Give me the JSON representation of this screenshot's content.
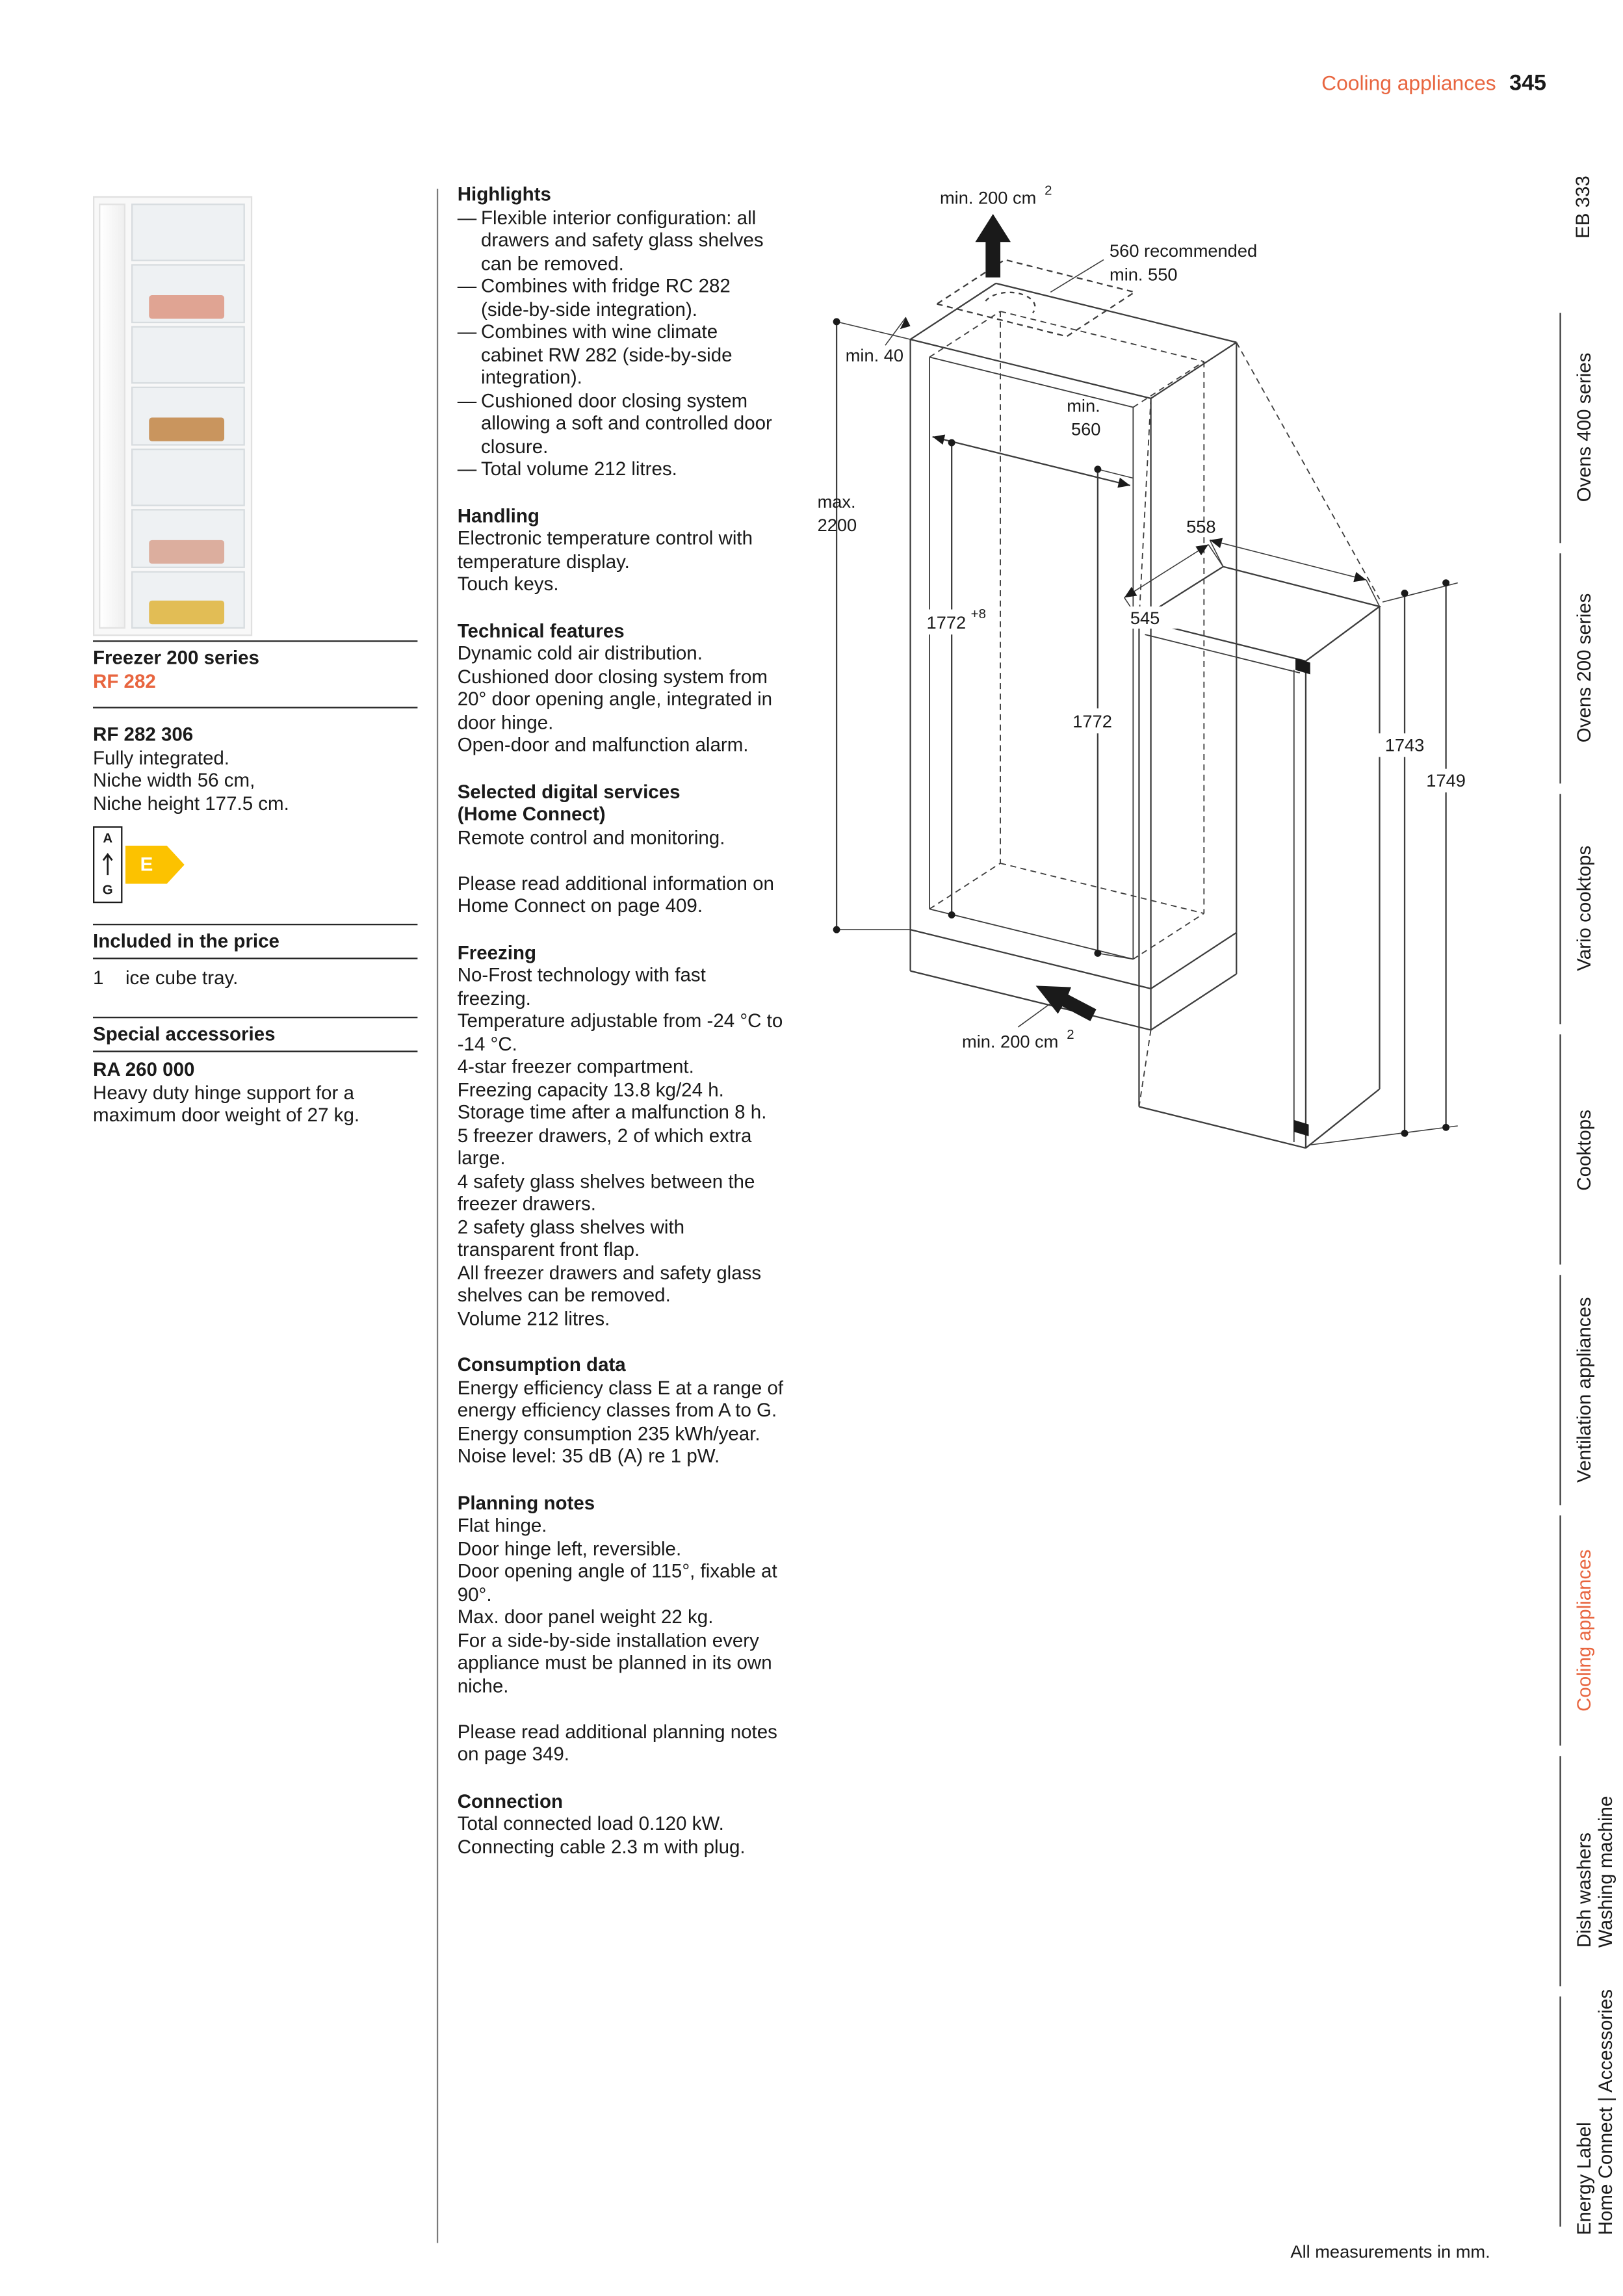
{
  "colors": {
    "accent": "#e8653f",
    "energy_class_e": "#fcc200"
  },
  "page": {
    "header_category": "Cooling appliances",
    "page_number": "345",
    "footer_note": "All measurements in mm."
  },
  "sidebar": {
    "items": [
      {
        "lines": [
          "EB 333"
        ],
        "active": false
      },
      {
        "lines": [
          "Ovens 400 series"
        ],
        "active": false
      },
      {
        "lines": [
          "Ovens 200 series"
        ],
        "active": false
      },
      {
        "lines": [
          "Vario cooktops"
        ],
        "active": false
      },
      {
        "lines": [
          "Cooktops"
        ],
        "active": false
      },
      {
        "lines": [
          "Ventilation appliances"
        ],
        "active": false
      },
      {
        "lines": [
          "Cooling appliances"
        ],
        "active": true
      },
      {
        "lines": [
          "Dish washers",
          "Washing machine"
        ],
        "active": false
      },
      {
        "lines": [
          "Energy Label",
          "Home Connect | Accessories"
        ],
        "active": false
      }
    ]
  },
  "product": {
    "series": "Freezer 200 series",
    "model": "RF 282",
    "sku": "RF 282 306",
    "description": [
      "Fully integrated.",
      "Niche width 56 cm,",
      "Niche height 177.5 cm."
    ],
    "energy": {
      "scale_top": "A",
      "scale_bottom": "G",
      "rating": "E"
    },
    "included": {
      "title": "Included in the price",
      "items": [
        {
          "qty": "1",
          "text": "ice cube tray."
        }
      ]
    },
    "accessories": {
      "title": "Special accessories",
      "items": [
        {
          "code": "RA 260 000",
          "text": "Heavy duty hinge support for a maximum door weight of 27 kg."
        }
      ]
    }
  },
  "details": {
    "bullet_marker": "—",
    "sections": [
      {
        "title_lines": [
          "Highlights"
        ],
        "items": [
          {
            "bullet": true,
            "text": "Flexible interior configuration: all drawers and safety glass shelves can be removed."
          },
          {
            "bullet": true,
            "text": "Combines with fridge RC 282 (side-by-side integration)."
          },
          {
            "bullet": true,
            "text": "Combines with wine climate cabinet RW 282 (side-by-side integration)."
          },
          {
            "bullet": true,
            "text": "Cushioned door closing system allowing a soft and controlled door closure."
          },
          {
            "bullet": true,
            "text": "Total volume 212 litres."
          }
        ]
      },
      {
        "title_lines": [
          "Handling"
        ],
        "items": [
          {
            "text": "Electronic temperature control with temperature display."
          },
          {
            "text": "Touch keys."
          }
        ]
      },
      {
        "title_lines": [
          "Technical features"
        ],
        "items": [
          {
            "text": "Dynamic cold air distribution."
          },
          {
            "text": "Cushioned door closing system from 20° door opening angle, integrated in door hinge."
          },
          {
            "text": "Open-door and malfunction alarm."
          }
        ]
      },
      {
        "title_lines": [
          "Selected digital services",
          "(Home Connect)"
        ],
        "items": [
          {
            "text": "Remote control and monitoring."
          },
          {
            "text": "Please read additional information on Home Connect on page 409.",
            "gap_before": true
          }
        ]
      },
      {
        "title_lines": [
          "Freezing"
        ],
        "items": [
          {
            "text": "No-Frost technology with fast freezing."
          },
          {
            "text": "Temperature adjustable from -24 °C to -14 °C."
          },
          {
            "text": "4-star freezer compartment."
          },
          {
            "text": "Freezing capacity 13.8 kg/24 h."
          },
          {
            "text": "Storage time after a malfunction 8 h."
          },
          {
            "text": "5 freezer drawers, 2 of which extra large."
          },
          {
            "text": "4 safety glass shelves between the freezer drawers."
          },
          {
            "text": "2 safety glass shelves with transparent front flap."
          },
          {
            "text": "All freezer drawers and safety glass shelves can be removed."
          },
          {
            "text": "Volume 212 litres."
          }
        ]
      },
      {
        "title_lines": [
          "Consumption data"
        ],
        "items": [
          {
            "text": "Energy efficiency class E at a range of energy efficiency classes from A to G."
          },
          {
            "text": "Energy consumption 235 kWh/year."
          },
          {
            "text": "Noise level: 35 dB (A) re 1 pW."
          }
        ]
      },
      {
        "title_lines": [
          "Planning notes"
        ],
        "items": [
          {
            "text": "Flat hinge."
          },
          {
            "text": "Door hinge left, reversible."
          },
          {
            "text": "Door opening angle of 115°, fixable at 90°."
          },
          {
            "text": "Max. door panel weight 22 kg."
          },
          {
            "text": "For a side-by-side installation every appliance must be planned in its own niche."
          },
          {
            "text": "Please read additional planning notes on page 349.",
            "gap_before": true
          }
        ]
      },
      {
        "title_lines": [
          "Connection"
        ],
        "items": [
          {
            "text": "Total connected load 0.120 kW."
          },
          {
            "text": "Connecting cable 2.3 m with plug."
          }
        ]
      }
    ]
  },
  "diagram": {
    "vent_top": "min. 200 cm",
    "vent_top_sup": "2",
    "recommended_1": "560 recommended",
    "recommended_2": "min. 550",
    "min_40": "min. 40",
    "min_560_1": "min.",
    "min_560_2": "560",
    "max_2200_1": "max.",
    "max_2200_2": "2200",
    "d558": "558",
    "d545": "545",
    "niche_height": "1772",
    "niche_height_sup": "+8",
    "d1772": "1772",
    "d1743": "1743",
    "d1749": "1749",
    "vent_bottom": "min. 200 cm",
    "vent_bottom_sup": "2"
  }
}
